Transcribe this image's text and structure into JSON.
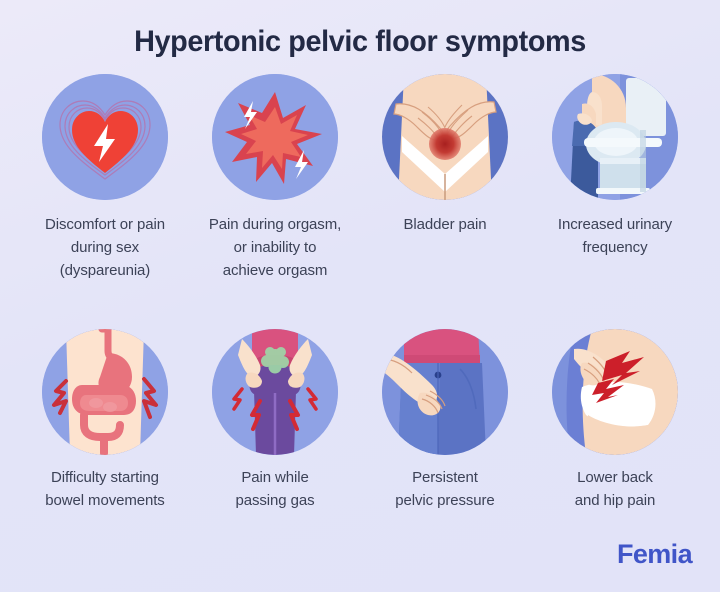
{
  "page": {
    "title": "Hypertonic pelvic floor symptoms",
    "background_color": "#e4e5f9",
    "title_color": "#232a45",
    "caption_color": "#3c4257",
    "circle_color": "#8fa2e5"
  },
  "brand": {
    "name": "Femia",
    "color": "#4055c8"
  },
  "symptoms": [
    {
      "id": "dyspareunia",
      "icon": "heart-lightning-icon",
      "caption": "Discomfort or pain\nduring sex\n(dyspareunia)",
      "line1": "Discomfort or pain",
      "line2": "during sex",
      "line3": "(dyspareunia)",
      "colors": {
        "heart": "#ef4136",
        "bolt": "#ffffff",
        "outline": "#c3679a"
      }
    },
    {
      "id": "orgasm-pain",
      "icon": "starburst-lightning-icon",
      "caption": "Pain during orgasm,\nor inability to\nachieve orgasm",
      "line1": "Pain during orgasm,",
      "line2": "or inability to",
      "line3": "achieve orgasm",
      "colors": {
        "star_outer": "#d9434f",
        "star_inner": "#ef6b5e",
        "bolt": "#ffffff"
      }
    },
    {
      "id": "bladder-pain",
      "icon": "abdomen-hands-pain-icon",
      "caption": "Bladder pain",
      "line1": "Bladder pain",
      "line2": "",
      "line3": "",
      "colors": {
        "skin": "#f7d6bd",
        "underwear": "#ffffff",
        "pain_spot": "#c32a2a",
        "shirt": "#5b73c4"
      }
    },
    {
      "id": "urinary-frequency",
      "icon": "toilet-sitting-icon",
      "caption": "Increased urinary\nfrequency",
      "line1": "Increased urinary",
      "line2": "frequency",
      "line3": "",
      "colors": {
        "skin": "#f7d6bd",
        "toilet": "#eef3f7",
        "pants": "#3c5a9c"
      }
    },
    {
      "id": "bowel-difficulty",
      "icon": "intestines-pain-icon",
      "caption": "Difficulty starting\nbowel movements",
      "line1": "Difficulty starting",
      "line2": "bowel movements",
      "line3": "",
      "colors": {
        "organs": "#e8737d",
        "belly": "#fde3cf",
        "pain_bolt": "#c9303a"
      }
    },
    {
      "id": "passing-gas-pain",
      "icon": "buttocks-gas-pain-icon",
      "caption": "Pain while\npassing gas",
      "line1": "Pain while",
      "line2": "passing gas",
      "line3": "",
      "colors": {
        "pants": "#6b4a9e",
        "shirt": "#d9527f",
        "gas": "#9fd6a8",
        "pain_bolt": "#d32a35"
      }
    },
    {
      "id": "pelvic-pressure",
      "icon": "hand-on-pelvis-icon",
      "caption": "Persistent\npelvic pressure",
      "line1": "Persistent",
      "line2": "pelvic pressure",
      "line3": "",
      "colors": {
        "shirt": "#d9527f",
        "jeans": "#5b73c4",
        "skin": "#f7d6bd"
      }
    },
    {
      "id": "lower-back-hip-pain",
      "icon": "lower-back-pain-icon",
      "caption": "Lower back\nand hip pain",
      "line1": "Lower back",
      "line2": "and hip pain",
      "line3": "",
      "colors": {
        "skin": "#f7d6bd",
        "underwear": "#ffffff",
        "pain_bolt": "#cc1f2a"
      }
    }
  ]
}
